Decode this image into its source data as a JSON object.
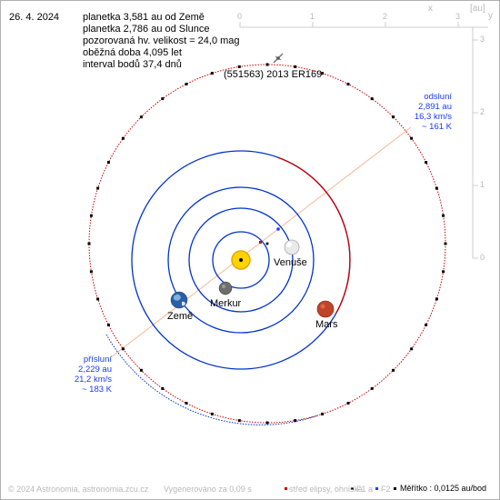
{
  "date": "26. 4. 2024",
  "info_lines": [
    "planetka 3,581 au od Země",
    "planetka 2,786 au od Slunce",
    "pozorovaná hv. velikost = 24,0 mag",
    "oběžná doba 4,095 let",
    "interval bodů 37,4 dnů"
  ],
  "object_name": "(551563) 2013 ER169",
  "axes": {
    "x_label": "x",
    "y_label": "y",
    "unit_label": "[au]",
    "x_ticks": [
      "0",
      "1",
      "2",
      "3"
    ],
    "y_ticks": [
      "3",
      "2",
      "1",
      "0"
    ]
  },
  "aphelion": {
    "title": "odsluní",
    "dist": "2,891 au",
    "speed": "16,3 km/s",
    "temp": "~ 161 K"
  },
  "perihelion": {
    "title": "přísluní",
    "dist": "2,229 au",
    "speed": "21,2 km/s",
    "temp": "~ 183 K"
  },
  "planets": {
    "venus": "Venuše",
    "mercury": "Merkur",
    "earth": "Země",
    "mars": "Mars"
  },
  "footer": {
    "copyright": "© 2024 Astronomia, astronomia.zcu.cz",
    "generated": "Vygenerováno za 0,09 s",
    "ellipse_center": "střed elipsy, ohniska",
    "f1": "F1 a",
    "f2": "F2",
    "scale": "Měřítko : 0,0125 au/bod"
  },
  "colors": {
    "orbit_inner": "#0033cc",
    "orbit_asteroid": "#cc0000",
    "apsis_line": "#f5b89a",
    "sun": "#ffd400",
    "mars": "#c0432a",
    "label_blue": "#1a3cff"
  }
}
